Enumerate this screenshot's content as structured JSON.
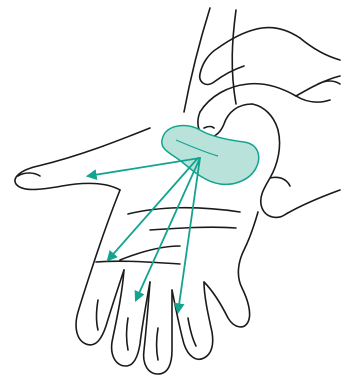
{
  "illustration": {
    "description_visible_text": "",
    "colors": {
      "line": "#1a1a1a",
      "accent": "#12a48f",
      "accent_fill": "#b9e3da",
      "background": "#ffffff"
    },
    "icons": [
      "palm-hand-outline",
      "pressing-hand-outline",
      "pressure-pad",
      "radiating-arrow"
    ],
    "arrow_count": 4
  }
}
